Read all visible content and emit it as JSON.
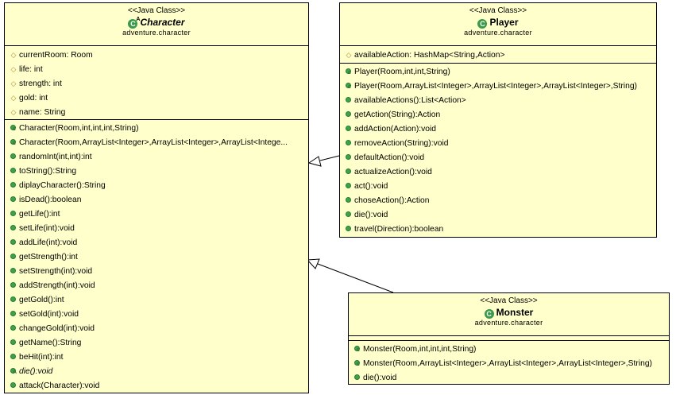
{
  "classes": {
    "character": {
      "stereotype": "<<Java Class>>",
      "name": "Character",
      "package": "adventure.character",
      "icon": "class-icon-abstract",
      "fields": [
        "currentRoom: Room",
        "life: int",
        "strength: int",
        "gold: int",
        "name: String"
      ],
      "methods": [
        {
          "text": "Character(Room,int,int,int,String)",
          "kind": "constructor"
        },
        {
          "text": "Character(Room,ArrayList<Integer>,ArrayList<Integer>,ArrayList<Intege...",
          "kind": "constructor"
        },
        {
          "text": "randomInt(int,int):int",
          "kind": "method"
        },
        {
          "text": "toString():String",
          "kind": "method"
        },
        {
          "text": "diplayCharacter():String",
          "kind": "method"
        },
        {
          "text": "isDead():boolean",
          "kind": "method"
        },
        {
          "text": "getLife():int",
          "kind": "method"
        },
        {
          "text": "setLife(int):void",
          "kind": "method"
        },
        {
          "text": "addLife(int):void",
          "kind": "method"
        },
        {
          "text": "getStrength():int",
          "kind": "method"
        },
        {
          "text": "setStrength(int):void",
          "kind": "method"
        },
        {
          "text": "addStrength(int):void",
          "kind": "method"
        },
        {
          "text": "getGold():int",
          "kind": "method"
        },
        {
          "text": "setGold(int):void",
          "kind": "method"
        },
        {
          "text": "changeGold(int):void",
          "kind": "method"
        },
        {
          "text": "getName():String",
          "kind": "method"
        },
        {
          "text": "beHit(int):int",
          "kind": "method"
        },
        {
          "text": "die():void",
          "kind": "abstract"
        },
        {
          "text": "attack(Character):void",
          "kind": "method"
        }
      ]
    },
    "player": {
      "stereotype": "<<Java Class>>",
      "name": "Player",
      "package": "adventure.character",
      "icon": "class-icon",
      "fields": [
        "availableAction: HashMap<String,Action>"
      ],
      "methods": [
        {
          "text": "Player(Room,int,int,String)",
          "kind": "constructor"
        },
        {
          "text": "Player(Room,ArrayList<Integer>,ArrayList<Integer>,ArrayList<Integer>,String)",
          "kind": "constructor"
        },
        {
          "text": "availableActions():List<Action>",
          "kind": "method"
        },
        {
          "text": "getAction(String):Action",
          "kind": "method"
        },
        {
          "text": "addAction(Action):void",
          "kind": "method"
        },
        {
          "text": "removeAction(String):void",
          "kind": "method"
        },
        {
          "text": "defaultAction():void",
          "kind": "method"
        },
        {
          "text": "actualizeAction():void",
          "kind": "method"
        },
        {
          "text": "act():void",
          "kind": "method"
        },
        {
          "text": "choseAction():Action",
          "kind": "method"
        },
        {
          "text": "die():void",
          "kind": "method"
        },
        {
          "text": "travel(Direction):boolean",
          "kind": "method"
        }
      ]
    },
    "monster": {
      "stereotype": "<<Java Class>>",
      "name": "Monster",
      "package": "adventure.character",
      "icon": "class-icon",
      "fields": [],
      "methods": [
        {
          "text": "Monster(Room,int,int,int,String)",
          "kind": "constructor"
        },
        {
          "text": "Monster(Room,ArrayList<Integer>,ArrayList<Integer>,ArrayList<Integer>,String)",
          "kind": "constructor"
        },
        {
          "text": "die():void",
          "kind": "method"
        }
      ]
    }
  },
  "colors": {
    "class_fill": "#ffffcc",
    "method_dot": "#3da34a",
    "class_icon": "#3a9a4a",
    "field_marker": "#b08a2e"
  }
}
